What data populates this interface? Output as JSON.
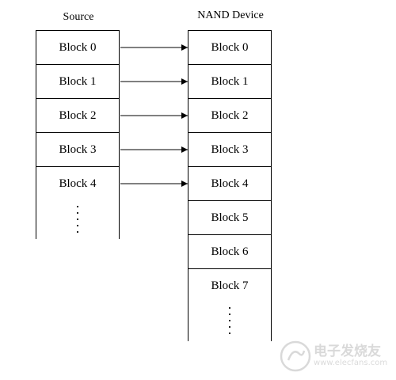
{
  "source": {
    "title": "Source",
    "blocks": [
      "Block 0",
      "Block 1",
      "Block 2",
      "Block 3",
      "Block 4"
    ]
  },
  "nand": {
    "title": "NAND Device",
    "blocks": [
      "Block 0",
      "Block 1",
      "Block 2",
      "Block 3",
      "Block 4",
      "Block 5",
      "Block 6",
      "Block 7"
    ]
  },
  "mappings": [
    {
      "from": "Block 0",
      "to": "Block 0"
    },
    {
      "from": "Block 1",
      "to": "Block 1"
    },
    {
      "from": "Block 2",
      "to": "Block 2"
    },
    {
      "from": "Block 3",
      "to": "Block 3"
    },
    {
      "from": "Block 4",
      "to": "Block 4"
    }
  ],
  "watermark": {
    "name": "电子发烧友",
    "url": "www.elecfans.com"
  }
}
